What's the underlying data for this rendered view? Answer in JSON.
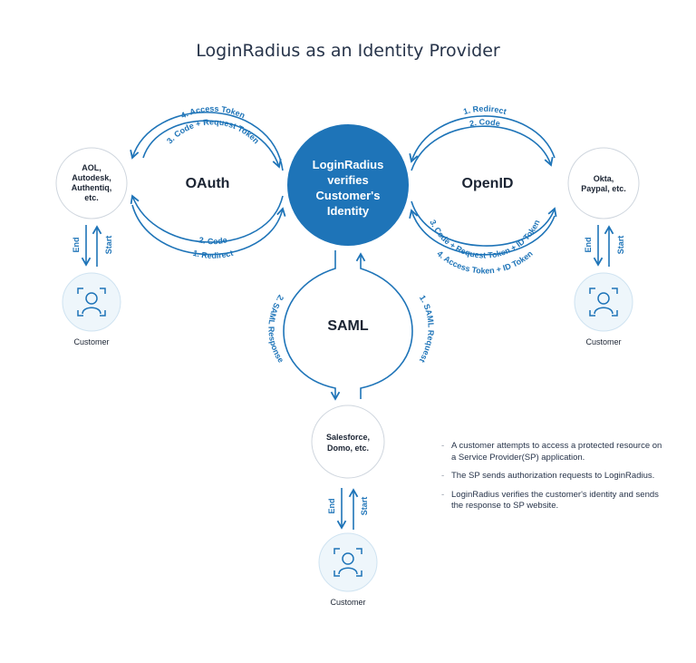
{
  "title": "LoginRadius as an Identity Provider",
  "center": {
    "lines": [
      "LoginRadius",
      "verifies",
      "Customer's",
      "Identity"
    ]
  },
  "protocols": {
    "oauth": "OAuth",
    "openid": "OpenID",
    "saml": "SAML"
  },
  "providers": {
    "left": [
      "AOL,",
      "Autodesk,",
      "Authentiq,",
      "etc."
    ],
    "right": [
      "Okta,",
      "Paypal, etc."
    ],
    "bottom": [
      "Salesforce,",
      "Domo, etc."
    ]
  },
  "flows": {
    "oauth_top": [
      "4. Access Token",
      "3. Code + Request Token"
    ],
    "oauth_bottom": [
      "2. Code",
      "1. Redirect"
    ],
    "openid_top": [
      "1. Redirect",
      "2. Code"
    ],
    "openid_bottom": [
      "3. Code + Request Token + ID Token",
      "4. Access Token + ID Token"
    ],
    "saml_left": "2. SAML Response",
    "saml_right": "1. SAML Request"
  },
  "end_label": "End",
  "start_label": "Start",
  "customer_label": "Customer",
  "notes": [
    "A customer attempts to access a protected resource on a Service Provider(SP) application.",
    "The SP sends authorization requests to LoginRadius.",
    "LoginRadius verifies the customer's identity and sends the response to SP website."
  ],
  "colors": {
    "primary": "#1e74b8",
    "circle_fill": "#eef6fb",
    "circle_stroke": "#cfe3f1",
    "text": "#1b2433"
  }
}
